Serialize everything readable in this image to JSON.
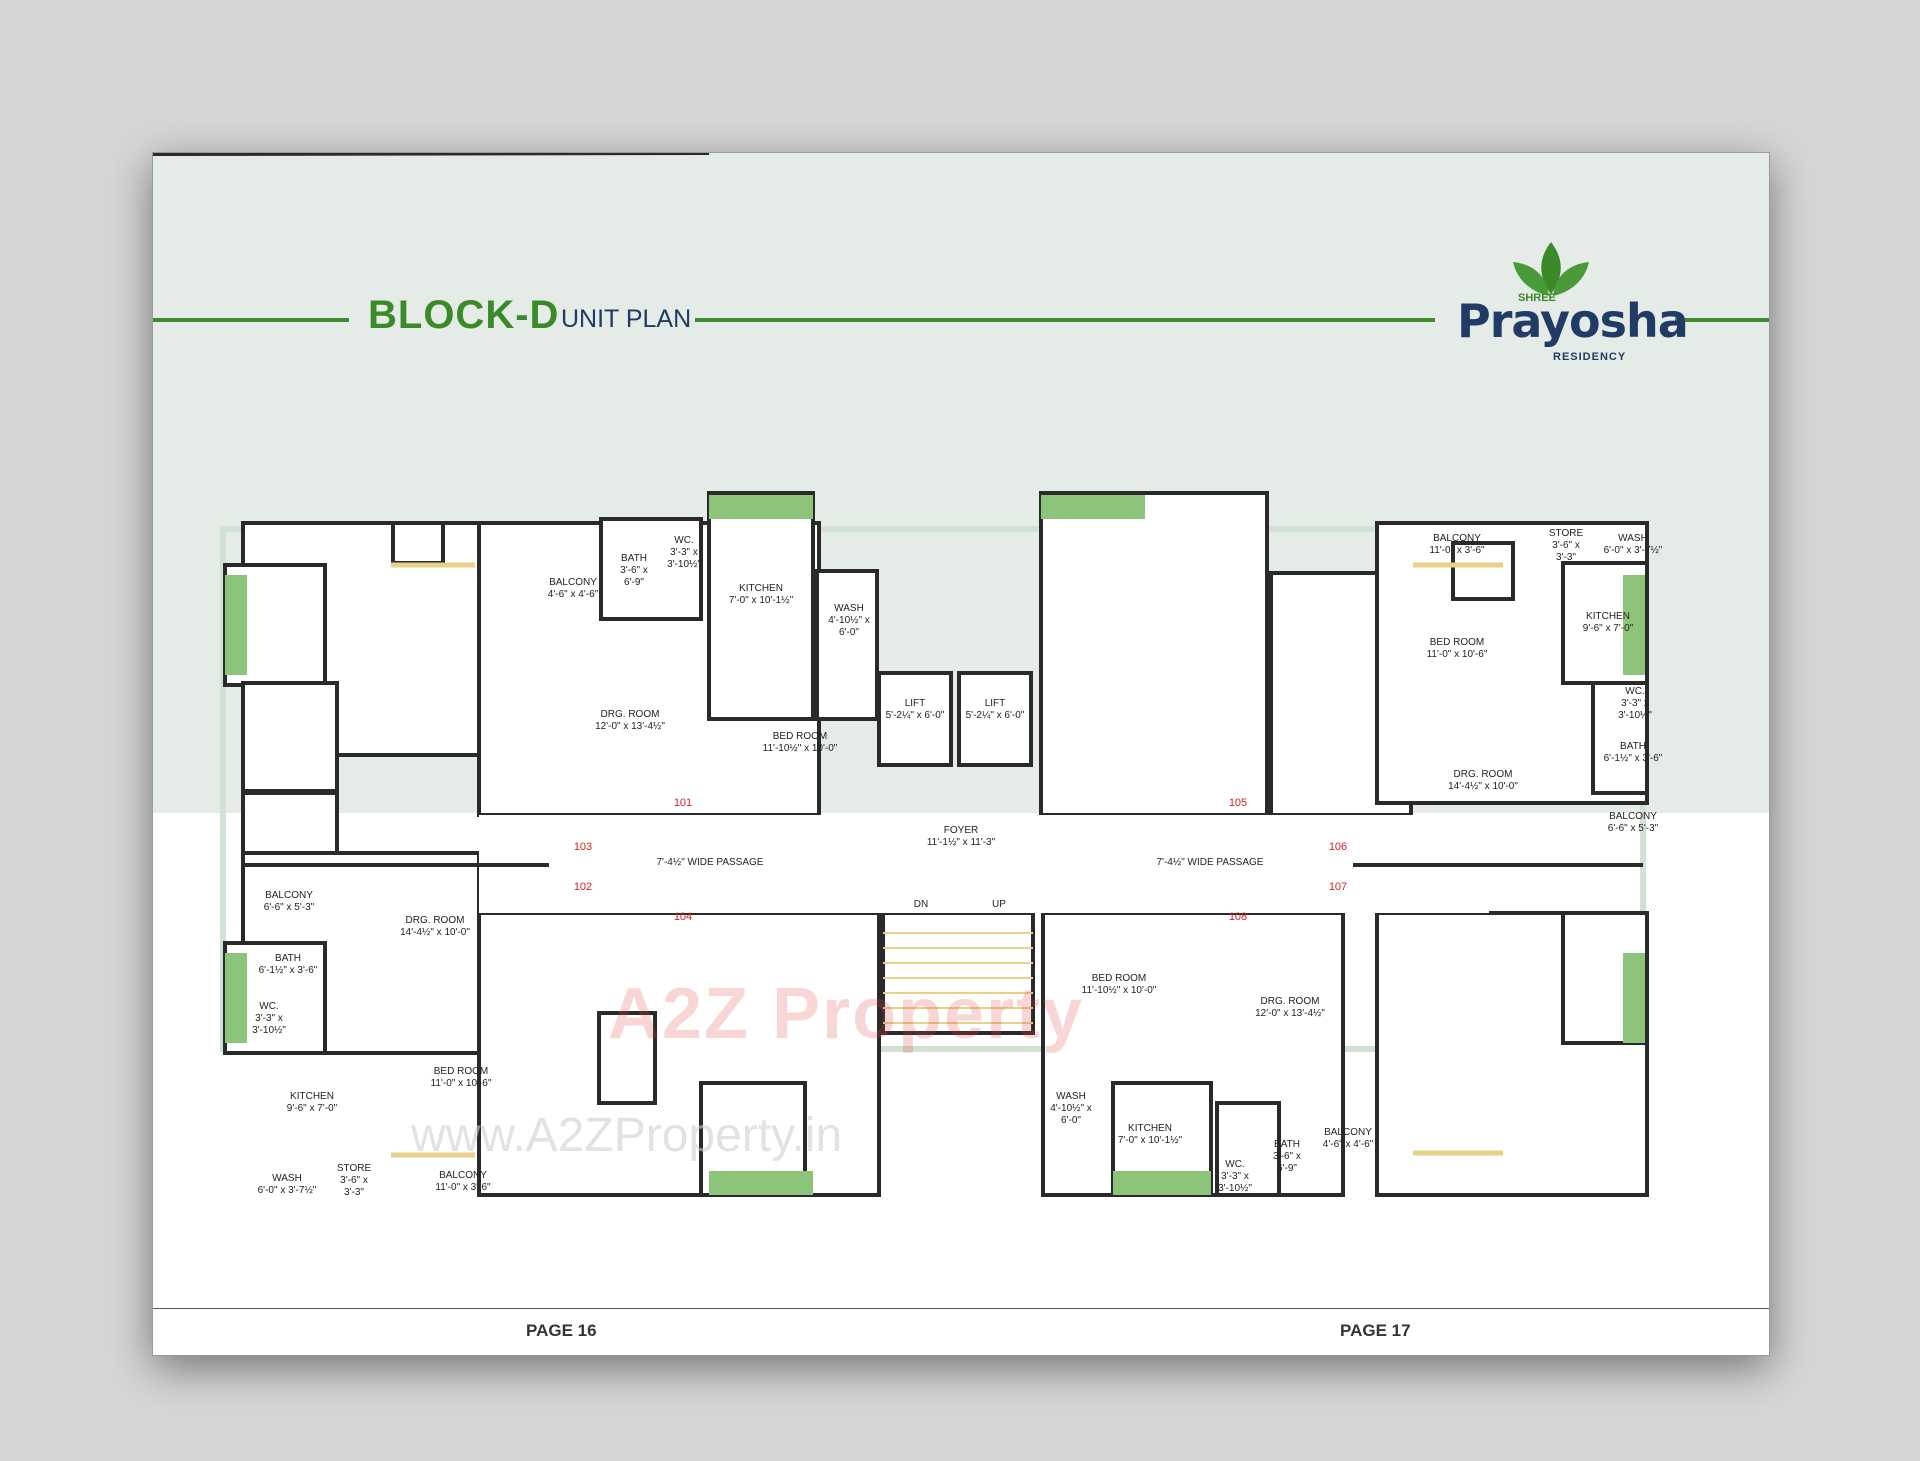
{
  "header": {
    "block_title": "BLOCK-D",
    "subtitle": "UNIT PLAN"
  },
  "logo": {
    "shree": "SHREE",
    "name": "Prayosha",
    "residency": "RESIDENCY",
    "leaf_color": "#3a8a2a",
    "text_color": "#1f3b66"
  },
  "colors": {
    "accent_green": "#3f8a2f",
    "header_band": "#e5ebe7",
    "wall": "#2a2a2a",
    "door_arc": "#c9a24a",
    "window": "#e6d08a",
    "unit_number": "#d42020"
  },
  "rooms": {
    "tl_balcony": [
      "BALCONY",
      "4'-6\" x 4'-6\""
    ],
    "tl_bath": [
      "BATH",
      "3'-6\" x",
      "6'-9\""
    ],
    "tl_wc": [
      "WC.",
      "3'-3\" x",
      "3'-10½\""
    ],
    "tl_kitchen": [
      "KITCHEN",
      "7'-0\" x 10'-1½\""
    ],
    "tl_wash": [
      "WASH",
      "4'-10½\" x",
      "6'-0\""
    ],
    "tl_drg": [
      "DRG. ROOM",
      "12'-0\" x 13'-4½\""
    ],
    "tl_bed": [
      "BED ROOM",
      "11'-10½\" x 10'-0\""
    ],
    "lift1": [
      "LIFT",
      "5'-2¼\" x 6'-0\""
    ],
    "lift2": [
      "LIFT",
      "5'-2¼\" x 6'-0\""
    ],
    "tr_balcony": [
      "BALCONY",
      "11'-0\" x 3'-6\""
    ],
    "tr_store": [
      "STORE",
      "3'-6\" x",
      "3'-3\""
    ],
    "tr_wash": [
      "WASH",
      "6'-0\" x 3'-7½\""
    ],
    "tr_bed": [
      "BED ROOM",
      "11'-0\" x 10'-6\""
    ],
    "tr_kitchen": [
      "KITCHEN",
      "9'-6\" x 7'-0\""
    ],
    "tr_wc": [
      "WC.",
      "3'-3\" x",
      "3'-10½\""
    ],
    "tr_bath": [
      "BATH",
      "6'-1½\" x 3'-6\""
    ],
    "tr_drg": [
      "DRG. ROOM",
      "14'-4½\" x 10'-0\""
    ],
    "tr_balcony2": [
      "BALCONY",
      "6'-6\" x 5'-3\""
    ],
    "foyer": [
      "FOYER",
      "11'-1½\" x 11'-3\""
    ],
    "passage_left": [
      "7'-4½\" WIDE PASSAGE"
    ],
    "passage_right": [
      "7'-4½\" WIDE PASSAGE"
    ],
    "bl_balcony": [
      "BALCONY",
      "6'-6\" x 5'-3\""
    ],
    "bl_drg": [
      "DRG. ROOM",
      "14'-4½\" x 10'-0\""
    ],
    "bl_bath": [
      "BATH",
      "6'-1½\" x 3'-6\""
    ],
    "bl_wc": [
      "WC.",
      "3'-3\" x",
      "3'-10½\""
    ],
    "bl_bed": [
      "BED ROOM",
      "11'-0\" x 10'-6\""
    ],
    "bl_kitchen": [
      "KITCHEN",
      "9'-6\" x 7'-0\""
    ],
    "bl_wash": [
      "WASH",
      "6'-0\" x 3'-7½\""
    ],
    "bl_store": [
      "STORE",
      "3'-6\" x",
      "3'-3\""
    ],
    "bl_balcony2": [
      "BALCONY",
      "11'-0\" x 3'-6\""
    ],
    "br_bed": [
      "BED ROOM",
      "11'-10½\" x 10'-0\""
    ],
    "br_drg": [
      "DRG. ROOM",
      "12'-0\" x 13'-4½\""
    ],
    "br_wash": [
      "WASH",
      "4'-10½\" x",
      "6'-0\""
    ],
    "br_kitchen": [
      "KITCHEN",
      "7'-0\" x 10'-1½\""
    ],
    "br_wc": [
      "WC.",
      "3'-3\" x",
      "3'-10½\""
    ],
    "br_bath": [
      "BATH",
      "3'-6\" x",
      "6'-9\""
    ],
    "br_balcony": [
      "BALCONY",
      "4'-6\" x 4'-6\""
    ],
    "stairs_dn": [
      "DN"
    ],
    "stairs_up": [
      "UP"
    ]
  },
  "unit_numbers": [
    "101",
    "102",
    "103",
    "104",
    "105",
    "106",
    "107",
    "108"
  ],
  "watermark": {
    "logo_text": "A2Z Property",
    "url": "www.A2ZProperty.in"
  },
  "footer": {
    "left_page": "PAGE 16",
    "right_page": "PAGE 17"
  }
}
